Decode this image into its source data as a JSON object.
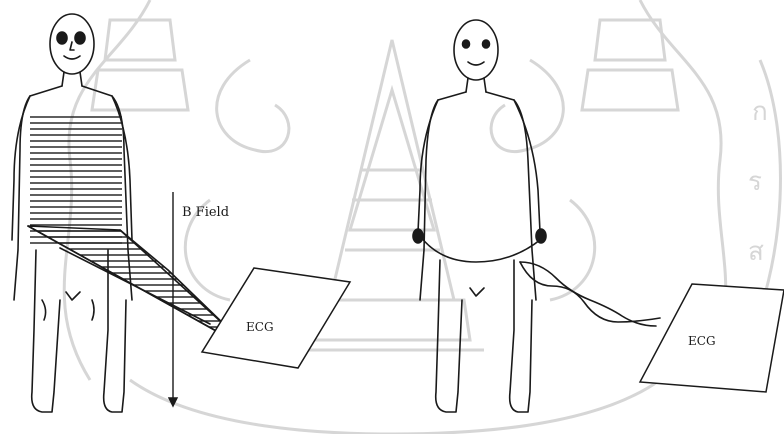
{
  "labels": {
    "b_field": "B Field",
    "ecg_left": "ECG",
    "ecg_right": "ECG"
  },
  "colors": {
    "ink": "#1a1a1a",
    "watermark": "#d6d6d6",
    "background": "#ffffff"
  }
}
